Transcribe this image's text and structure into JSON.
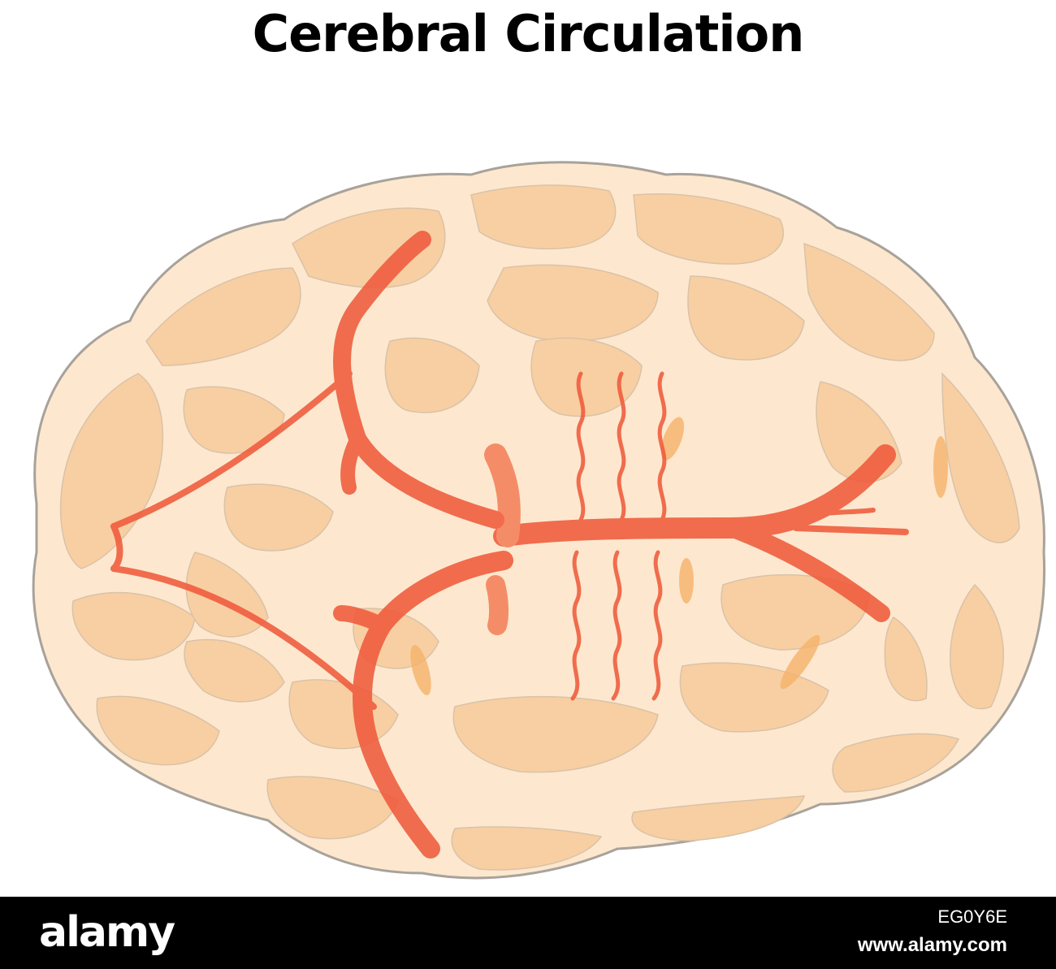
{
  "title": "Cerebral Circulation",
  "colors": {
    "background": "#ffffff",
    "brain_outline": "#a8a29a",
    "brain_sulci": "#fde8cf",
    "brain_gyri": "#f8cfa2",
    "artery": "#ee5a3c",
    "artery_highlight": "#f47f5a",
    "footer_bar": "#000000",
    "footer_text": "#ffffff"
  },
  "watermark": {
    "logo": "alamy",
    "image_id": "EG0Y6E",
    "url": "www.alamy.com"
  }
}
